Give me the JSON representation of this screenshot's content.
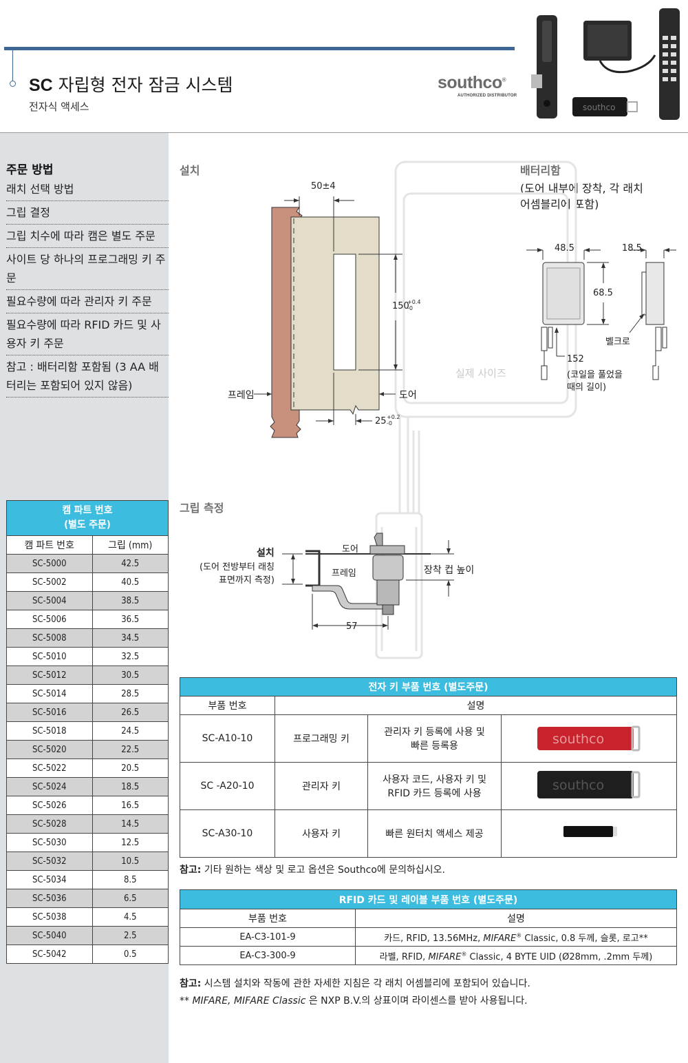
{
  "header": {
    "title_bold": "SC",
    "title_rest": " 자립형 전자 잠금 시스템",
    "subtitle": "전자식 액세스",
    "brand": "southco",
    "brand_mark": "®",
    "brand_sub": "AUTHORIZED DISTRIBUTOR"
  },
  "sidebar": {
    "order_title": "주문 방법",
    "steps": [
      "래치 선택 방법",
      "그립 결정",
      "그립 치수에 따라 캠은 별도 주문",
      "사이트 당 하나의 프로그래밍 키 주문",
      "필요수량에 따라 관리자 키 주문",
      "필요수량에 따라 RFID 카드 및 사용자 키 주문",
      "참고 : 배터리함 포함됨 (3 AA 배터리는 포함되어 있지 않음)"
    ]
  },
  "cam_table": {
    "title_line1": "캠 파트 번호",
    "title_line2": "(별도 주문)",
    "col1": "캠 파트 번호",
    "col2": "그립 (mm)",
    "rows": [
      [
        "SC-5000",
        "42.5"
      ],
      [
        "SC-5002",
        "40.5"
      ],
      [
        "SC-5004",
        "38.5"
      ],
      [
        "SC-5006",
        "36.5"
      ],
      [
        "SC-5008",
        "34.5"
      ],
      [
        "SC-5010",
        "32.5"
      ],
      [
        "SC-5012",
        "30.5"
      ],
      [
        "SC-5014",
        "28.5"
      ],
      [
        "SC-5016",
        "26.5"
      ],
      [
        "SC-5018",
        "24.5"
      ],
      [
        "SC-5020",
        "22.5"
      ],
      [
        "SC-5022",
        "20.5"
      ],
      [
        "SC-5024",
        "18.5"
      ],
      [
        "SC-5026",
        "16.5"
      ],
      [
        "SC-5028",
        "14.5"
      ],
      [
        "SC-5030",
        "12.5"
      ],
      [
        "SC-5032",
        "10.5"
      ],
      [
        "SC-5034",
        "8.5"
      ],
      [
        "SC-5036",
        "6.5"
      ],
      [
        "SC-5038",
        "4.5"
      ],
      [
        "SC-5040",
        "2.5"
      ],
      [
        "SC-5042",
        "0.5"
      ]
    ]
  },
  "install": {
    "label": "설치",
    "dim_top": "50±4",
    "dim_height": "150",
    "dim_height_tol_plus": "+0.4",
    "dim_height_tol_minus": "-0",
    "dim_bottom": "25",
    "dim_bottom_tol_plus": "+0.2",
    "dim_bottom_tol_minus": "-0",
    "frame": "프레임",
    "door": "도어",
    "actual_size": "실제 사이즈"
  },
  "battery": {
    "label": "배터리함",
    "desc_line1": "(도어 내부에 장착, 각 래치",
    "desc_line2": "어셈블리에 포함)",
    "dim_w": "48.5",
    "dim_d": "18.5",
    "dim_h": "68.5",
    "velcro": "벨크로",
    "cable": "152",
    "cable_note_line1": "(코일을 풀었을",
    "cable_note_line2": "때의 길이)"
  },
  "grip": {
    "label": "그립 측정",
    "install": "설치",
    "install_note_line1": "(도어 전방부터 래칭",
    "install_note_line2": "표면까지 측정)",
    "door": "도어",
    "frame": "프레임",
    "cup_height": "장착 컵 높이",
    "dim": "57"
  },
  "key_table": {
    "title": "전자 키 부품 번호 (별도주문)",
    "col1": "부품 번호",
    "col2": "설명",
    "rows": [
      {
        "part": "SC-A10-10",
        "name": "프로그래밍 키",
        "desc_line1": "관리자 키 등록에 사용 및",
        "desc_line2": "빠른 등록용",
        "image_text": "southco",
        "color": "#c8232c"
      },
      {
        "part": "SC -A20-10",
        "name": "관리자 키",
        "desc_line1": "사용자 코드, 사용자 키 및",
        "desc_line2": "RFID 카드 등록에 사용",
        "image_text": "southco",
        "color": "#1e1e1e"
      },
      {
        "part": "SC-A30-10",
        "name": "사용자 키",
        "desc_line1": "빠른 원터치 액세스 제공",
        "desc_line2": "",
        "image_text": "",
        "color": "#111111"
      }
    ]
  },
  "note1": {
    "bold": "참고:",
    "text": " 기타 원하는 색상 및 로고 옵션은 Southco에 문의하십시오."
  },
  "rfid_table": {
    "title": "RFID 카드 및 레이블 부품 번호 (별도주문)",
    "col1": "부품 번호",
    "col2": "설명",
    "rows": [
      {
        "part": "EA-C3-101-9",
        "pre": "카드, RFID, 13.56MHz, ",
        "italic": "MIFARE",
        "reg": "®",
        "post": " Classic, 0.8 두께, 슬롯, 로고**"
      },
      {
        "part": "EA-C3-300-9",
        "pre": "라벨, RFID, ",
        "italic": "MIFARE",
        "reg": "®",
        "post": " Classic, 4 BYTE UID (Ø28mm, .2mm 두께)"
      }
    ]
  },
  "footer": {
    "note_bold": "참고:",
    "note_text": " 시스템 설치와 작동에 관한 자세한 지침은 각 래치 어셈블리에 포함되어 있습니다.",
    "tm_prefix": "** ",
    "tm_italic": "MIFARE, MIFARE Classic",
    "tm_text": " 은 NXP B.V.의 상표이며 라이센스를 받아 사용됩니다."
  }
}
